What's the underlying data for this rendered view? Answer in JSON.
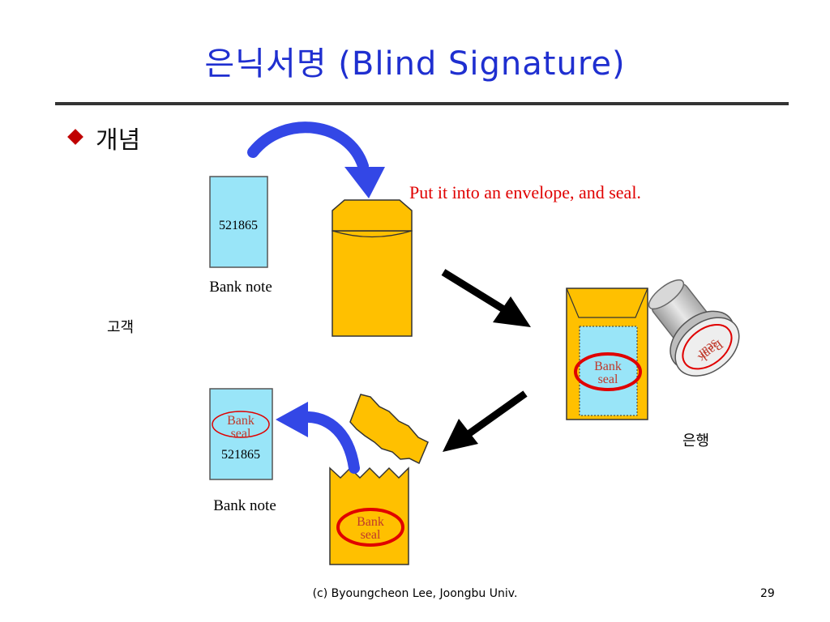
{
  "slide": {
    "title": "은닉서명 (Blind Signature)",
    "bullet": "개념",
    "footer": "(c) Byoungcheon Lee, Joongbu Univ.",
    "page_number": "29"
  },
  "diagram": {
    "bank_note_top": {
      "serial": "521865",
      "caption": "Bank note"
    },
    "customer_label": "고객",
    "instruction": "Put it into an envelope, and seal.",
    "sealed_envelope_seal": {
      "line1": "Bank",
      "line2": "seal"
    },
    "stamp_seal": {
      "line1": "Bank",
      "line2": "seal"
    },
    "bank_label": "은행",
    "opened_envelope_seal": {
      "line1": "Bank",
      "line2": "seal"
    },
    "bank_note_bottom": {
      "seal_line1": "Bank",
      "seal_line2": "seal",
      "serial": "521865",
      "caption": "Bank note"
    }
  },
  "colors": {
    "title": "#1f2fd0",
    "envelope": "#ffc000",
    "note": "#99e5f8",
    "blue_arrow": "#3347e6",
    "seal": "#e00000",
    "instruction": "#e00000"
  }
}
